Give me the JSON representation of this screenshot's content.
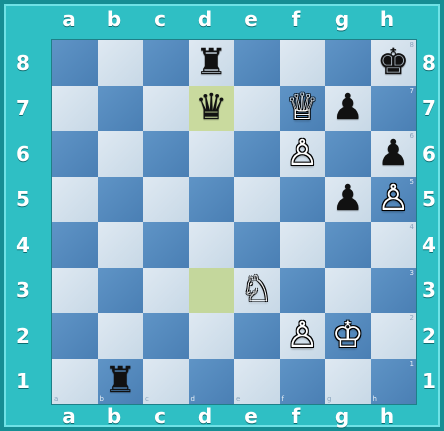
{
  "files": [
    "a",
    "b",
    "c",
    "d",
    "e",
    "f",
    "g",
    "h"
  ],
  "ranks": [
    "8",
    "7",
    "6",
    "5",
    "4",
    "3",
    "2",
    "1"
  ],
  "orientation": "white-bottom",
  "colors": {
    "frame": "#2fbfc4",
    "frame_border": "#168e94",
    "light_square": "#dfe9f2",
    "dark_square": "#4f84b8",
    "highlight": "#c4d79c"
  },
  "last_move": {
    "from": "d3",
    "to": "d7"
  },
  "pieces": [
    {
      "square": "d8",
      "color": "black",
      "type": "rook",
      "glyph": "♜",
      "icon": "black-rook-icon"
    },
    {
      "square": "h8",
      "color": "black",
      "type": "king",
      "glyph": "♚",
      "icon": "black-king-icon"
    },
    {
      "square": "d7",
      "color": "black",
      "type": "queen",
      "glyph": "♛",
      "icon": "black-queen-icon"
    },
    {
      "square": "f7",
      "color": "white",
      "type": "queen",
      "glyph": "♕",
      "icon": "white-queen-icon"
    },
    {
      "square": "g7",
      "color": "black",
      "type": "pawn",
      "glyph": "♟",
      "icon": "black-pawn-icon"
    },
    {
      "square": "f6",
      "color": "white",
      "type": "pawn",
      "glyph": "♙",
      "icon": "white-pawn-icon"
    },
    {
      "square": "h6",
      "color": "black",
      "type": "pawn",
      "glyph": "♟",
      "icon": "black-pawn-icon"
    },
    {
      "square": "g5",
      "color": "black",
      "type": "pawn",
      "glyph": "♟",
      "icon": "black-pawn-icon"
    },
    {
      "square": "h5",
      "color": "white",
      "type": "pawn",
      "glyph": "♙",
      "icon": "white-pawn-icon"
    },
    {
      "square": "e3",
      "color": "white",
      "type": "knight",
      "glyph": "♘",
      "icon": "white-knight-icon"
    },
    {
      "square": "f2",
      "color": "white",
      "type": "pawn",
      "glyph": "♙",
      "icon": "white-pawn-icon"
    },
    {
      "square": "g2",
      "color": "white",
      "type": "king",
      "glyph": "♔",
      "icon": "white-king-icon"
    },
    {
      "square": "b1",
      "color": "black",
      "type": "rook",
      "glyph": "♜",
      "icon": "black-rook-icon"
    }
  ]
}
